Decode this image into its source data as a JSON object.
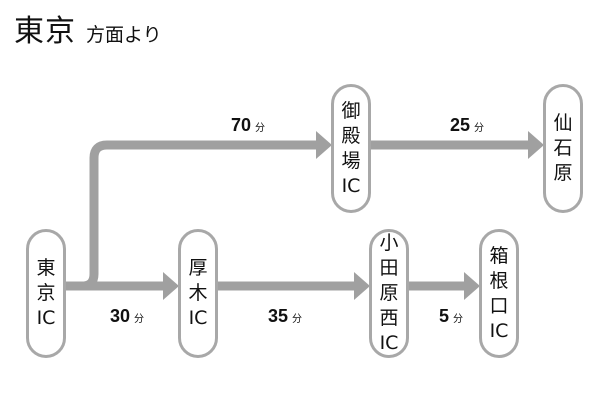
{
  "header": {
    "title": "東京",
    "subtitle": "方面より"
  },
  "colors": {
    "line": "#a0a0a0",
    "node_border": "#a8a8a8"
  },
  "nodes": {
    "tokyo_ic": [
      "東",
      "京",
      "IC"
    ],
    "atsugi_ic": [
      "厚",
      "木",
      "IC"
    ],
    "gotemba_ic": [
      "御",
      "殿",
      "場",
      "IC"
    ],
    "sengokuhara": [
      "仙",
      "石",
      "原"
    ],
    "odawara_nishi_ic": [
      "小",
      "田",
      "原",
      "西",
      "IC"
    ],
    "hakoneguchi_ic": [
      "箱",
      "根",
      "口",
      "IC"
    ]
  },
  "routes": [
    {
      "from": "東京IC",
      "to": "厚木IC",
      "minutes": "30",
      "unit": "分"
    },
    {
      "from": "厚木IC",
      "to": "小田原西IC",
      "minutes": "35",
      "unit": "分"
    },
    {
      "from": "小田原西IC",
      "to": "箱根口IC",
      "minutes": "5",
      "unit": "分"
    },
    {
      "from": "東京IC",
      "to": "御殿場IC",
      "minutes": "70",
      "unit": "分"
    },
    {
      "from": "御殿場IC",
      "to": "仙石原",
      "minutes": "25",
      "unit": "分"
    }
  ]
}
